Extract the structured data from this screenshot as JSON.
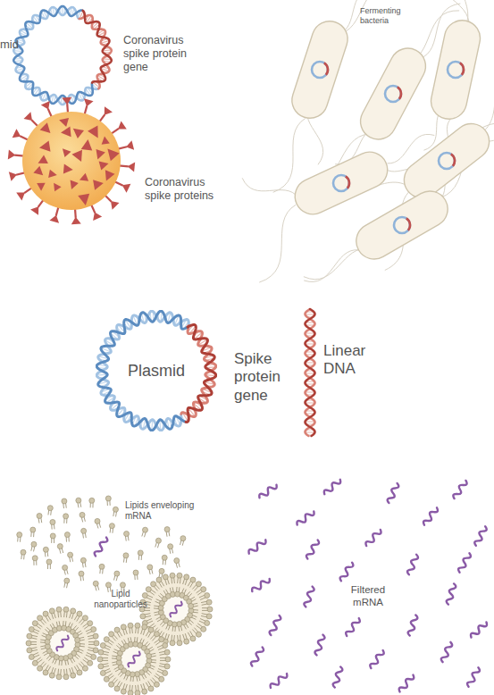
{
  "diagram": {
    "nodes": [
      {
        "text": [
          "Plasmid"
        ]
      }
    ],
    "labels": [
      "mid",
      "Coronavirus spike protein gene",
      "Coronavirus spike proteins",
      "Fermenting bacteria",
      "Spike protein gene",
      "Linear DNA",
      "Lipids enveloping mRNA",
      "Lipid nanoparticles",
      "Filtered mRNA"
    ]
  }
}
